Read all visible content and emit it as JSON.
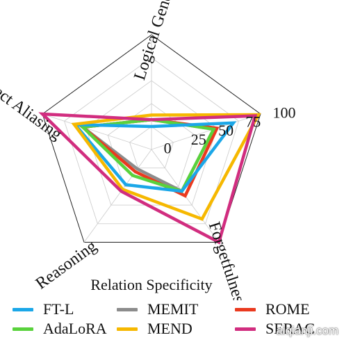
{
  "chart_data": {
    "type": "radar",
    "axes": [
      "Subject Aliasing",
      "Logical Generalization",
      "Relation Specificity",
      "Forgetfulness",
      "Reasoning"
    ],
    "radial_ticks": [
      "0",
      "25",
      "50",
      "75",
      "100"
    ],
    "range": [
      0,
      100
    ],
    "grid": true,
    "series": [
      {
        "name": "FT-L",
        "color": "#1ba7e8",
        "values": [
          70,
          20,
          75,
          45,
          38
        ]
      },
      {
        "name": "AdaLoRA",
        "color": "#59d23c",
        "values": [
          63,
          26,
          57,
          45,
          28
        ]
      },
      {
        "name": "MEMIT",
        "color": "#8c8c8c",
        "values": [
          63,
          26,
          57,
          45,
          21
        ]
      },
      {
        "name": "MEND",
        "color": "#f6b800",
        "values": [
          71,
          30,
          98,
          75,
          43
        ]
      },
      {
        "name": "ROME",
        "color": "#ea3a1f",
        "values": [
          63,
          26,
          60,
          50,
          24
        ]
      },
      {
        "name": "SERAC",
        "color": "#d12d7f",
        "values": [
          100,
          26,
          95,
          100,
          45
        ]
      }
    ],
    "legend_position": "bottom"
  },
  "axis_title_bottom": "Relation Specificity",
  "watermark": "aiqianji.com"
}
